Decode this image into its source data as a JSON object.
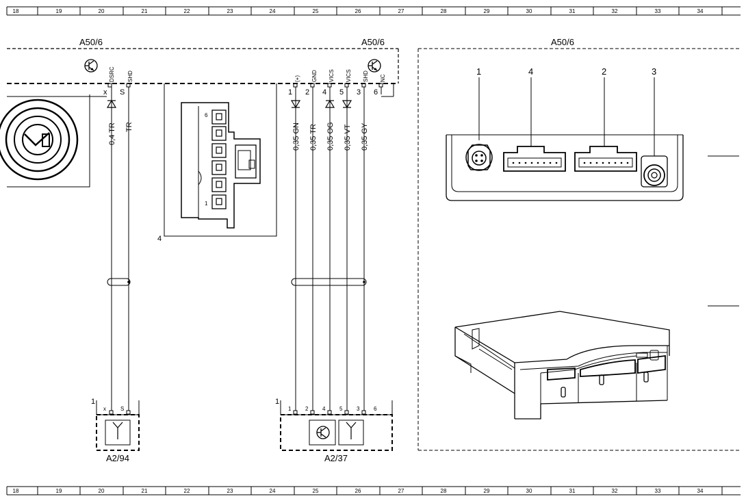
{
  "grid_columns": [
    "18",
    "19",
    "20",
    "21",
    "22",
    "23",
    "24",
    "25",
    "26",
    "27",
    "28",
    "29",
    "30",
    "31",
    "32",
    "33",
    "34"
  ],
  "components": {
    "left_module": "A50/6",
    "center_module": "A50/6",
    "right_module": "A50/6",
    "antenna_left": "A2/94",
    "antenna_right": "A2/37"
  },
  "pins_left": {
    "top_names": [
      "DSRC",
      "SHD"
    ],
    "top_numbers": [
      "x",
      "S"
    ],
    "bottom_numbers": [
      "x",
      "S"
    ]
  },
  "pins_right": {
    "top_names": [
      "(+)",
      "GND",
      "VICS",
      "VICS",
      "SHD",
      "NC"
    ],
    "top_numbers": [
      "1",
      "2",
      "4",
      "5",
      "3",
      "6"
    ],
    "bottom_numbers": [
      "1",
      "2",
      "4",
      "5",
      "3",
      "6"
    ]
  },
  "wires_left": [
    "0,4 TR",
    "TR"
  ],
  "wires_right": [
    "0,35 GN",
    "0,35 TR",
    "0,35 OG",
    "0,35 VT",
    "0,35 GY"
  ],
  "callouts": {
    "connector_ref": "4",
    "left_antenna_ref": "1",
    "right_antenna_ref": "1"
  },
  "connector_pins": {
    "top": "6",
    "bottom": "1"
  },
  "detail_labels": [
    "1",
    "4",
    "2",
    "3"
  ]
}
